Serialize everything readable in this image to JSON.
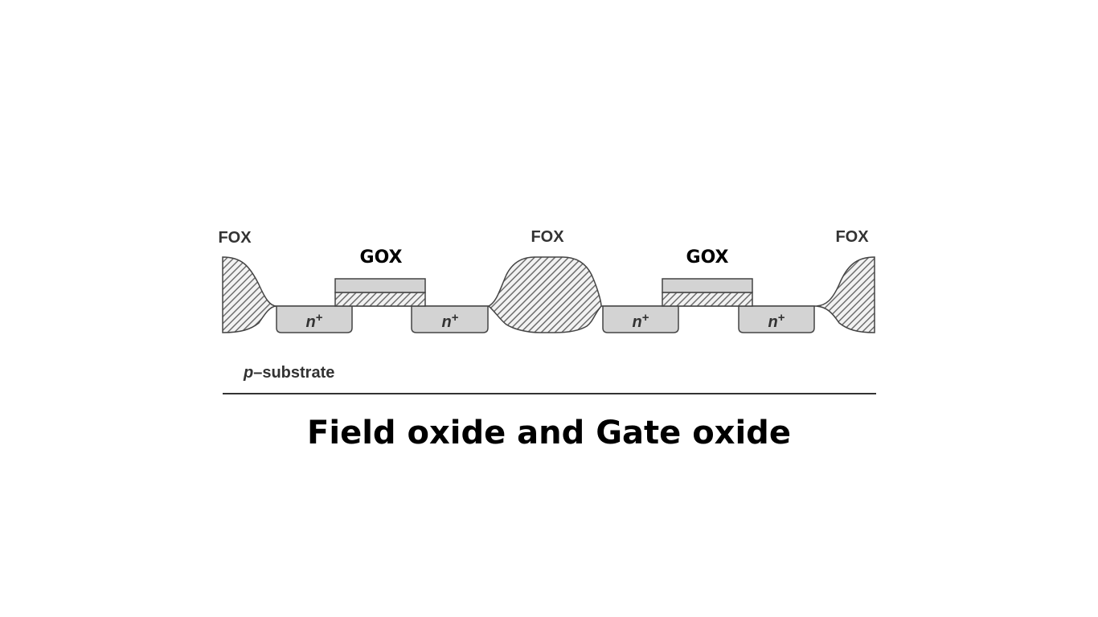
{
  "caption": "Field oxide and Gate oxide",
  "labels": {
    "fox": "FOX",
    "gox": "GOX",
    "n_plus_base": "n",
    "n_plus_sup": "+",
    "substrate_prefix": "p",
    "substrate_rest": "–substrate"
  }
}
